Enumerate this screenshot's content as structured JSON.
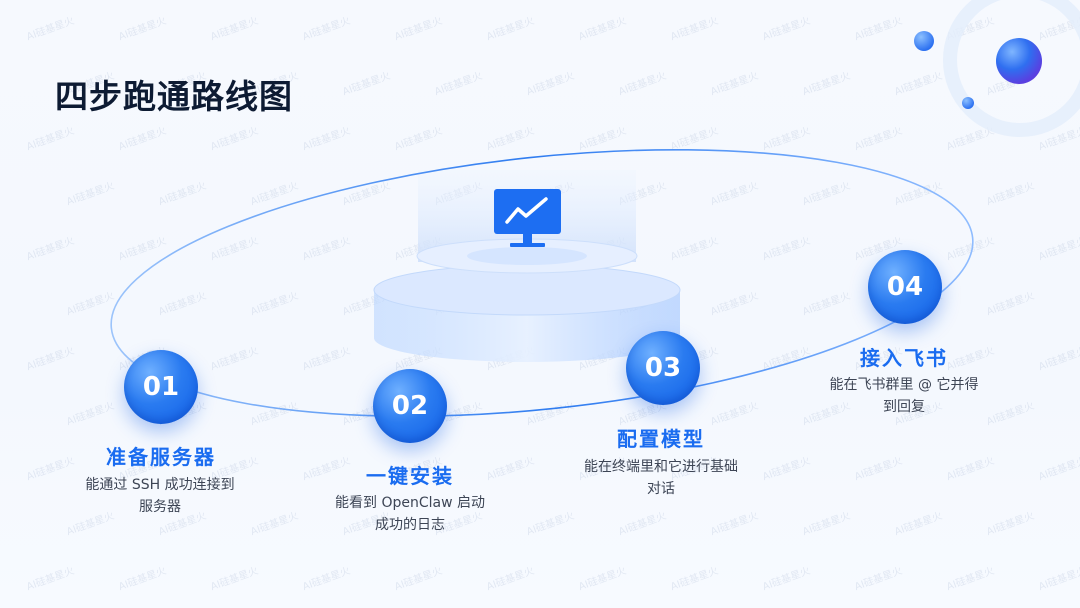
{
  "title": "四步跑通路线图",
  "watermark": "AI硅基星火",
  "steps": [
    {
      "num": "01",
      "title": "准备服务器",
      "desc_line1": "能通过 SSH 成功连接到",
      "desc_line2": "服务器"
    },
    {
      "num": "02",
      "title": "一键安装",
      "desc_line1": "能看到 OpenClaw 启动",
      "desc_line2": "成功的日志"
    },
    {
      "num": "03",
      "title": "配置模型",
      "desc_line1": "能在终端里和它进行基础",
      "desc_line2": "对话"
    },
    {
      "num": "04",
      "title": "接入飞书",
      "desc_line1": "能在飞书群里 @ 它并得",
      "desc_line2": "到回复"
    }
  ],
  "colors": {
    "accent": "#1a6cf0",
    "title": "#0d1b33",
    "text": "#3d4555"
  },
  "icons": [
    "monitor-chart-icon"
  ]
}
